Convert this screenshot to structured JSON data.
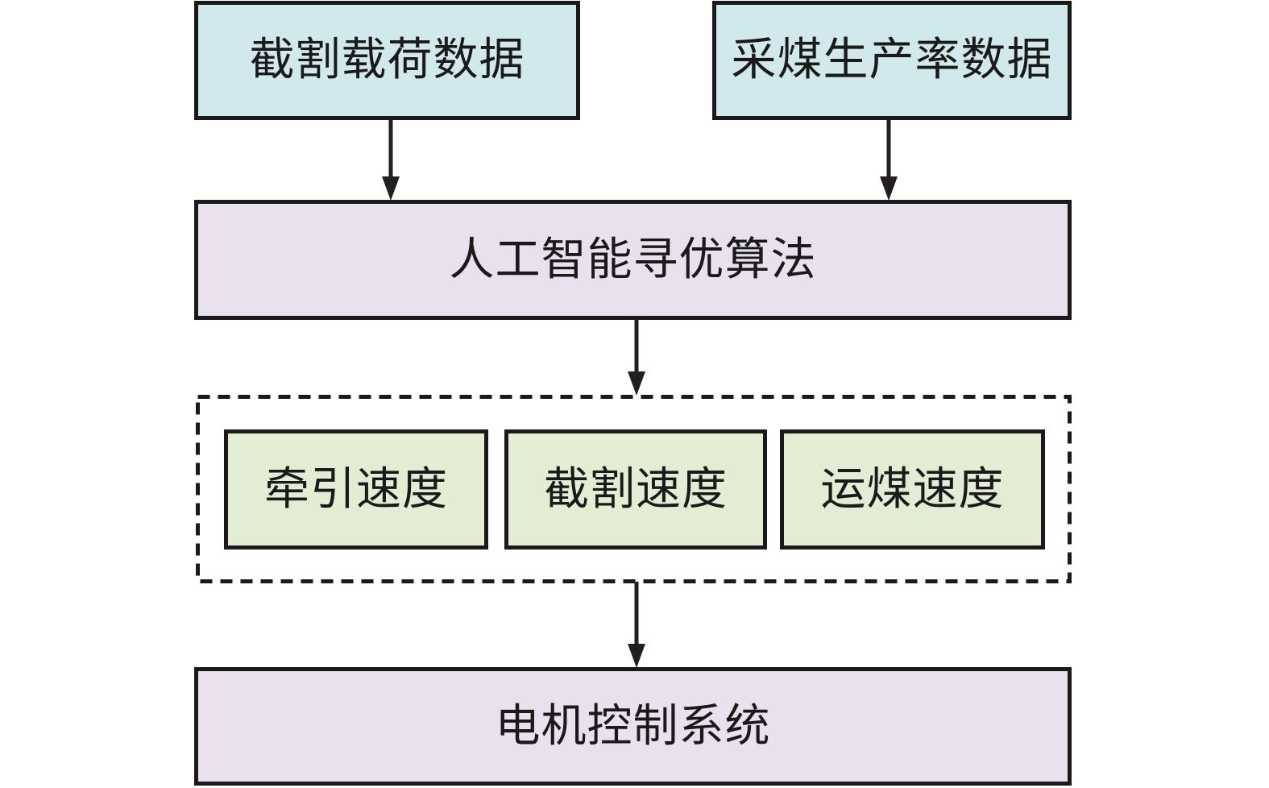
{
  "figure": {
    "type": "flowchart",
    "background": "#ffffff",
    "nodes": {
      "input_left": {
        "label": "截割载荷数据",
        "fill": "#d1e9ec"
      },
      "input_right": {
        "label": "采煤生产率数据",
        "fill": "#d1e9ec"
      },
      "algorithm": {
        "label": "人工智能寻优算法",
        "fill": "#e8e2ee"
      },
      "output_traction": {
        "label": "牵引速度",
        "fill": "#e2edd3"
      },
      "output_cutting": {
        "label": "截割速度",
        "fill": "#e2edd3"
      },
      "output_coal_transport": {
        "label": "运煤速度",
        "fill": "#e2edd3"
      },
      "motor_control": {
        "label": "电机控制系统",
        "fill": "#e8e2ee"
      }
    },
    "edges": [
      {
        "from": "input_left",
        "to": "algorithm"
      },
      {
        "from": "input_right",
        "to": "algorithm"
      },
      {
        "from": "algorithm",
        "to": "outputs_group"
      },
      {
        "from": "outputs_group",
        "to": "motor_control"
      }
    ],
    "outputs_group_style": "dashed",
    "colors": {
      "border": "#1a1a1a",
      "arrow": "#231f20",
      "text": "#1a1a1a"
    }
  }
}
